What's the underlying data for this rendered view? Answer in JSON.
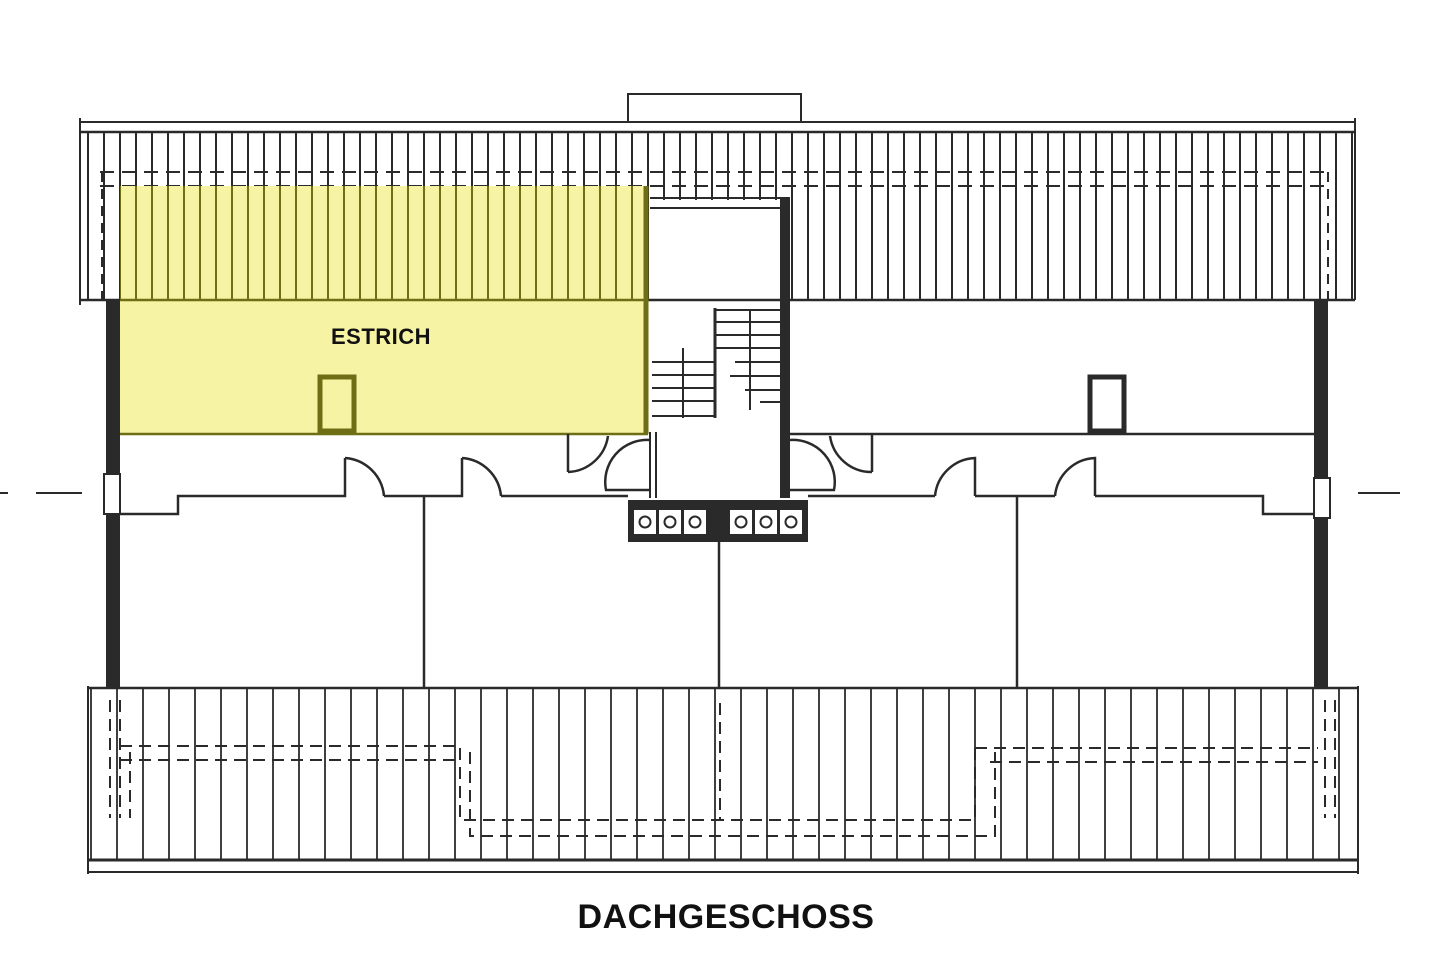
{
  "title": "DACHGESCHOSS",
  "rooms": [
    {
      "id": "estrich",
      "label": "ESTRICH",
      "highlighted": true
    }
  ],
  "colors": {
    "background": "#ffffff",
    "line": "#2a2a2a",
    "highlight_fill": "#f6f3a4",
    "highlight_line": "#7a7a1a"
  },
  "chimneys": {
    "left_group_flues": 3,
    "right_group_flues": 3
  },
  "legend": []
}
